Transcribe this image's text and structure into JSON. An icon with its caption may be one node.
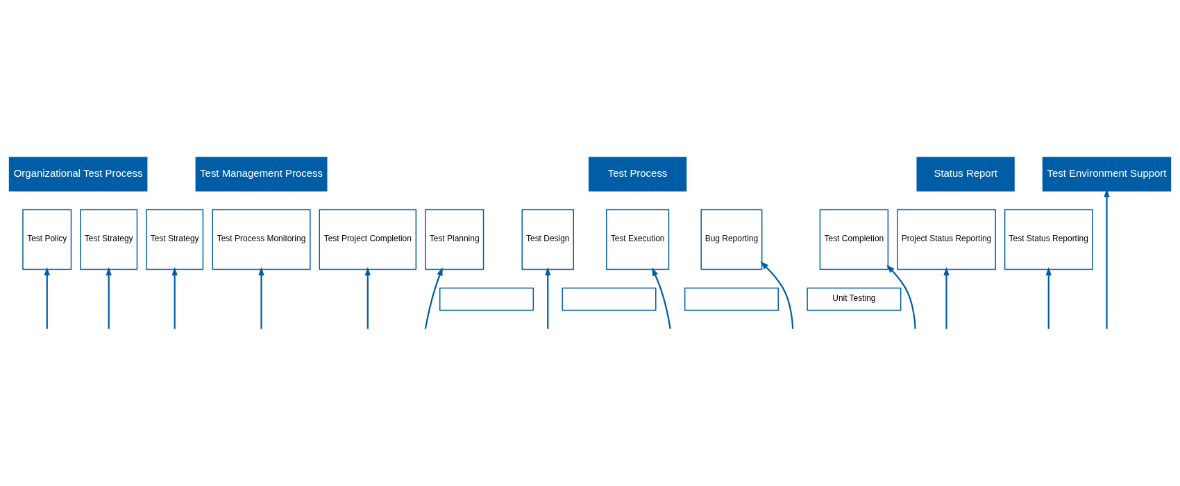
{
  "diagram": {
    "nodes": [
      {
        "text": [
          "Organizational Test Process"
        ]
      },
      {
        "text": [
          "Test Management Process"
        ]
      },
      {
        "text": [
          "Test Process"
        ]
      },
      {
        "text": [
          "Status Report"
        ]
      },
      {
        "text": [
          "Test Environment Support"
        ]
      },
      {
        "text": [
          "Test Policy"
        ]
      },
      {
        "text": [
          "Test Strategy"
        ]
      },
      {
        "text": [
          "Test Strategy"
        ]
      },
      {
        "text": [
          "Test Process Monitoring"
        ]
      },
      {
        "text": [
          "Test Project Completion"
        ]
      },
      {
        "text": [
          "Test Planning"
        ]
      },
      {
        "text": [
          "Test Design"
        ]
      },
      {
        "text": [
          "Test Execution"
        ]
      },
      {
        "text": [
          "Bug Reporting"
        ]
      },
      {
        "text": [
          "Test Completion"
        ]
      },
      {
        "text": [
          "Project Status Reporting"
        ]
      },
      {
        "text": [
          "Test Status Reporting"
        ]
      },
      {
        "text": [],
        "shape": "box"
      },
      {
        "text": [],
        "shape": "box"
      },
      {
        "text": [],
        "shape": "box"
      },
      {
        "text": [
          "Unit Testing"
        ]
      }
    ],
    "edges": [
      {
        "from": null,
        "to": 5,
        "arrow": "to"
      },
      {
        "from": null,
        "to": 6,
        "arrow": "to"
      },
      {
        "from": null,
        "to": 7,
        "arrow": "to"
      },
      {
        "from": null,
        "to": 8,
        "arrow": "to"
      },
      {
        "from": null,
        "to": 9,
        "arrow": "to"
      },
      {
        "from": null,
        "to": 10,
        "arrow": "to"
      },
      {
        "from": null,
        "to": 11,
        "arrow": "to"
      },
      {
        "from": null,
        "to": 12,
        "arrow": "to"
      },
      {
        "from": null,
        "to": 13,
        "arrow": "to"
      },
      {
        "from": null,
        "to": 14,
        "arrow": "to"
      },
      {
        "from": null,
        "to": 15,
        "arrow": "to"
      },
      {
        "from": null,
        "to": 16,
        "arrow": "to"
      },
      {
        "from": null,
        "to": 4,
        "arrow": "to"
      }
    ]
  }
}
